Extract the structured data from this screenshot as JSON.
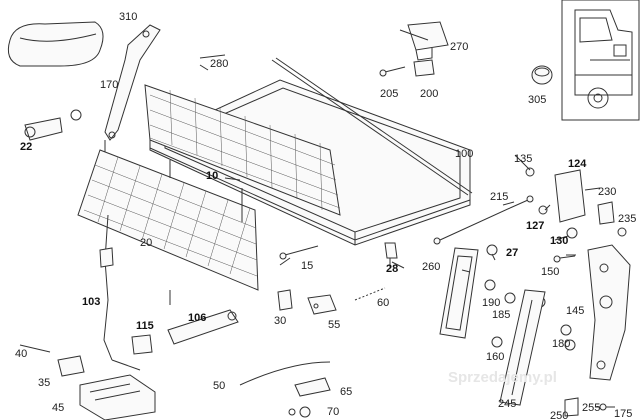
{
  "labels": {
    "l310": "310",
    "l280": "280",
    "l270": "270",
    "l205": "205",
    "l200": "200",
    "l305": "305",
    "l170": "170",
    "l22": "22",
    "l10": "10",
    "l100": "100",
    "l135": "135",
    "l124": "124",
    "l230": "230",
    "l215": "215",
    "l127": "127",
    "l235": "235",
    "l130": "130",
    "l20": "20",
    "l27": "27",
    "l28": "28",
    "l260": "260",
    "l15": "15",
    "l150": "150",
    "l103": "103",
    "l190": "190",
    "l185": "185",
    "l145": "145",
    "l60": "60",
    "l30": "30",
    "l55": "55",
    "l106": "106",
    "l115": "115",
    "l160": "160",
    "l180": "180",
    "l40": "40",
    "l35": "35",
    "l50": "50",
    "l65": "65",
    "l45": "45",
    "l70": "70",
    "l245": "245",
    "l250": "250",
    "l255": "255",
    "l175": "175"
  },
  "watermark": "Sprzedajemy.pl"
}
